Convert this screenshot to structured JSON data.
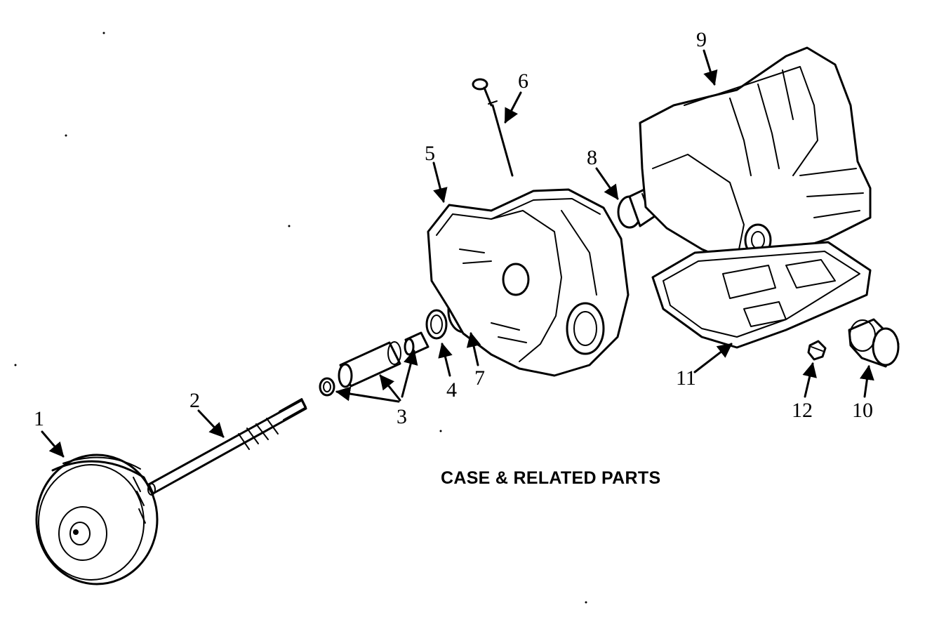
{
  "caption": "CASE & RELATED PARTS",
  "callouts": {
    "c1": "1",
    "c2": "2",
    "c3": "3",
    "c4": "4",
    "c5": "5",
    "c6": "6",
    "c7": "7",
    "c8": "8",
    "c9": "9",
    "c10": "10",
    "c11": "11",
    "c12": "12"
  },
  "colors": {
    "ink": "#000000",
    "paper": "#ffffff"
  }
}
